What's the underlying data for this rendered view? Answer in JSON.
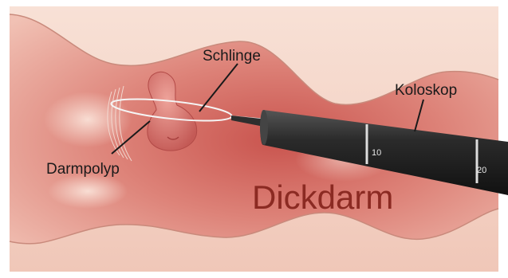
{
  "labels": {
    "snare": "Schlinge",
    "colonoscope": "Koloskop",
    "polyp": "Darmpolyp",
    "organ": "Dickdarm"
  },
  "scope_markings": [
    "10",
    "20"
  ],
  "colors": {
    "organ_label": "#8b2a22",
    "scope_body": "#2a2a2a",
    "mucosa": "#e8a49a",
    "outer_wall": "#f6d9cc",
    "polyp": "#d9756e"
  }
}
